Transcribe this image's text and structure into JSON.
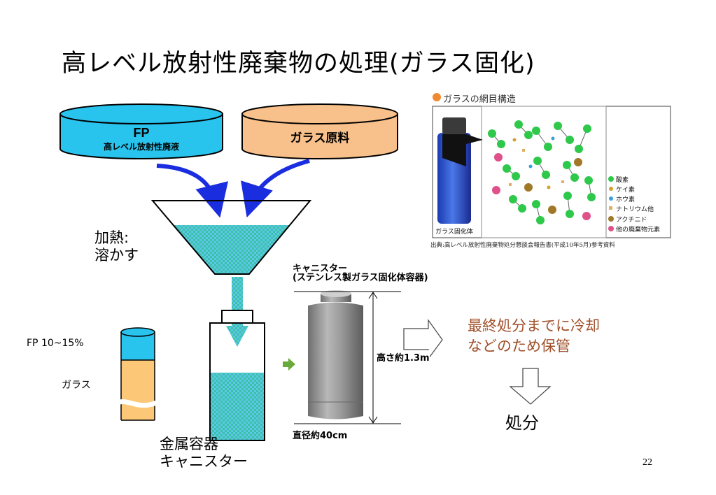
{
  "slide": {
    "title": "高レベル放射性廃棄物の処理(ガラス固化)",
    "page_number": "22"
  },
  "drums": {
    "fp_title": "FP",
    "fp_subtitle": "高レベル放射性廃液",
    "glass_label": "ガラス原料"
  },
  "process": {
    "heating_line1": "加熱:",
    "heating_line2": "溶かす",
    "metal_line1": "金属容器",
    "metal_line2": "キャニスター"
  },
  "sample": {
    "fp_ratio": "FP 10~15%",
    "glass": "ガラス"
  },
  "canister": {
    "name_line1": "キャニスター",
    "name_line2": "(ステンレス製ガラス固化体容器)",
    "height": "高さ約1.3m",
    "diameter": "直径約40cm"
  },
  "outcome": {
    "storage_line1": "最終処分までに冷却",
    "storage_line2": "などのため保管",
    "disposal": "処分"
  },
  "network": {
    "header": "ガラスの網目構造",
    "cylinder_caption": "ガラス固化体",
    "source": "出典:高レベル放射性廃棄物処分懇談会報告書(平成10年5月)参考資料",
    "legend": [
      {
        "label": "酸素",
        "color": "#2ec84a"
      },
      {
        "label": "ケイ素",
        "color": "#d0a030"
      },
      {
        "label": "ホウ素",
        "color": "#3aa0d8"
      },
      {
        "label": "ナトリウム他",
        "color": "#e0b060"
      },
      {
        "label": "アクチニド",
        "color": "#a07828"
      },
      {
        "label": "他の廃棄物元素",
        "color": "#e0508a"
      }
    ]
  },
  "colors": {
    "fp_drum": "#29c4ee",
    "glass_drum": "#f8c08a",
    "arrow_blue": "#1a2ee0",
    "mix_a": "#3cc0b0",
    "mix_b": "#5cc8e8",
    "storage_text": "#a0502a",
    "green_arrow": "#6aaa3c"
  }
}
